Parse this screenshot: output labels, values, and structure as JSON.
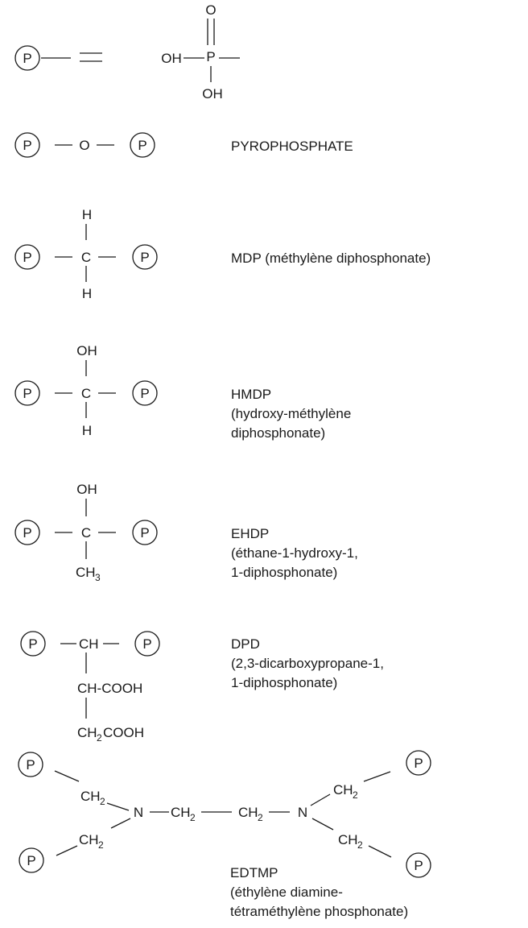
{
  "atoms": {
    "P": "P",
    "O": "O",
    "OH": "OH",
    "H": "H",
    "C": "C",
    "CH": "CH",
    "CH_COOH": "CH-COOH",
    "CH3_main": "CH",
    "CH3_sub": "3",
    "CH2COOH_main": "CH",
    "CH2COOH_sub": "2",
    "CH2COOH_tail": "COOH",
    "N": "N",
    "CH2_main": "CH",
    "CH2_sub": "2"
  },
  "labels": {
    "pyro": "PYROPHOSPHATE",
    "mdp": "MDP (méthylène diphosphonate)",
    "hmdp": [
      "HMDP",
      "(hydroxy-méthylène",
      "diphosphonate)"
    ],
    "ehdp": [
      "EHDP",
      "(éthane-1-hydroxy-1,",
      "1-diphosphonate)"
    ],
    "dpd": [
      "DPD",
      "(2,3-dicarboxypropane-1,",
      "1-diphosphonate)"
    ],
    "edtmp": [
      "EDTMP",
      "(éthylène diamine-",
      "tétraméthylène phosphonate)"
    ]
  }
}
